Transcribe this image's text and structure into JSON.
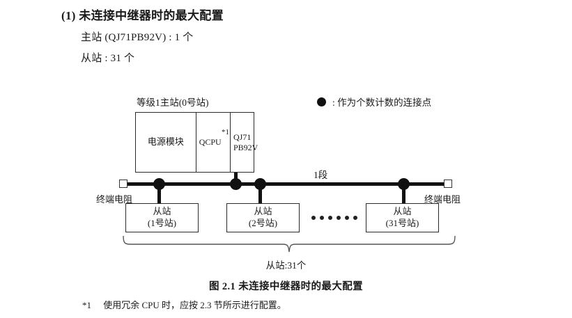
{
  "heading": {
    "number": "(1)",
    "title": "(1) 未连接中继器时的最大配置",
    "specs": [
      "主站 (QJ71PB92V) : 1 个",
      "从站 : 31 个"
    ]
  },
  "diagram": {
    "master": {
      "caption": "等级1主站(0号站)",
      "power_module_label": "电源模块",
      "cpu_label": "QCPU",
      "cpu_footnote": "*1",
      "network_module_label": "QJ71\nPB92V"
    },
    "legend": {
      "symbol": "filled-circle",
      "text": ": 作为个数计数的连接点"
    },
    "bus": {
      "segment_label": "1段",
      "terminator_left_label": "终端电阻",
      "terminator_right_label": "终端电阻",
      "terminator_symbol": "open-square",
      "node_count": 4
    },
    "slaves": [
      {
        "title": "从站",
        "station": "(1号站)"
      },
      {
        "title": "从站",
        "station": "(2号站)"
      },
      {
        "title": "从站",
        "station": "(31号站)"
      }
    ],
    "ellipsis_dot_count": 6,
    "brace_label": "从站:31个"
  },
  "figure_caption": "图 2.1  未连接中继器时的最大配置",
  "footnote": {
    "marker": "*1",
    "text": "使用冗余 CPU 时，应按 2.3 节所示进行配置。"
  },
  "colors": {
    "ink": "#1a1a1a",
    "line": "#111111",
    "box_border": "#2b2b2b",
    "paper": "#ffffff"
  }
}
